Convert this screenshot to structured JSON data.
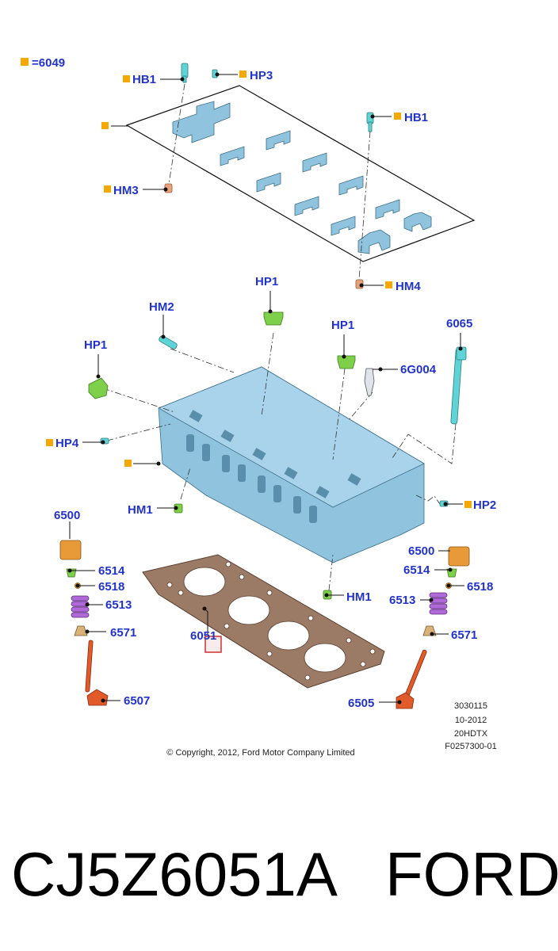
{
  "legend": {
    "symbol_meaning": "=6049"
  },
  "labels": {
    "hb1_top": "HB1",
    "hp3": "HP3",
    "hb1_right": "HB1",
    "hm3": "HM3",
    "hm4": "HM4",
    "hp1_center": "HP1",
    "hm2": "HM2",
    "hp1_right": "HP1",
    "l6065": "6065",
    "hp1_left": "HP1",
    "l6g004": "6G004",
    "hp4": "HP4",
    "hm1_left": "HM1",
    "hp2": "HP2",
    "l6500_left": "6500",
    "l6500_right": "6500",
    "l6514_left": "6514",
    "l6514_right": "6514",
    "l6518_left": "6518",
    "l6518_right": "6518",
    "l6513_left": "6513",
    "l6513_right": "6513",
    "hm1_right": "HM1",
    "l6571_left": "6571",
    "l6571_right": "6571",
    "l6051": "6051",
    "l6507": "6507",
    "l6505": "6505"
  },
  "info_block": [
    "3030115",
    "10-2012",
    "20HDTX",
    "F0257300-01"
  ],
  "copyright": "© Copyright, 2012, Ford Motor Company Limited",
  "caption": {
    "part_number": "CJ5Z6051A",
    "brand": "FORD"
  },
  "colors": {
    "label_blue": "#2233cc",
    "marker_orange": "#f5a800",
    "head_blue": "#8fc3de"
  }
}
